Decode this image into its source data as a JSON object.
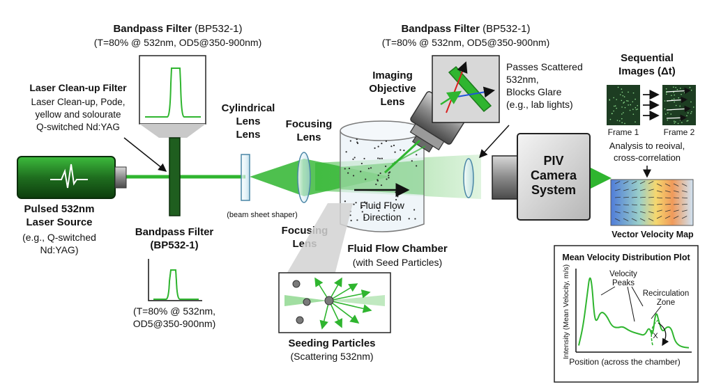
{
  "colors": {
    "laser_green": "#2fb52f",
    "dark_green": "#1d7a1d",
    "metal": "#8f8f8f"
  },
  "filter_top_left": {
    "title": "Bandpass Filter",
    "code": "(BP532-1)",
    "spec": "(T=80% @ 532nm, OD5@350-900nm)"
  },
  "filter_top_right": {
    "title": "Bandpass Filter",
    "code": "(BP532-1)",
    "spec": "(T=80% @ 532nm, OD5@350-900nm)"
  },
  "cleanup": {
    "title": "Laser Clean-up Filter",
    "lines": [
      "Laser Clean-up, Pode,",
      "yellow and solourate",
      "Q-switched Nd:YAG"
    ]
  },
  "laser": {
    "lines": [
      "Pulsed 532nm",
      "Laser Source"
    ],
    "sub": [
      "(e.g., Q-switched",
      "Nd:YAG)"
    ]
  },
  "filter_bottom": {
    "lines": [
      "Bandpass Filter",
      "(BP532-1)"
    ],
    "spec": [
      "(T=80% @ 532nm,",
      "OD5@350-900nm)"
    ]
  },
  "cyl_lens": {
    "lines": [
      "Cylindrical",
      "Lens",
      "Lens"
    ],
    "sub": "(beam sheet shaper)"
  },
  "focus_lens_top": {
    "lines": [
      "Focusing",
      "Lens"
    ]
  },
  "focus_lens_bottom": {
    "lines": [
      "Focusing",
      "Lens"
    ]
  },
  "chamber": {
    "flow": [
      "Fluid Flow",
      "Direction"
    ],
    "title": "Fluid Flow Chamber",
    "sub": "(with Seed Particles)"
  },
  "seeding": {
    "title": "Seeding Particles",
    "sub": "(Scattering 532nm)"
  },
  "objective": {
    "lines": [
      "Imaging",
      "Objective",
      "Lens"
    ]
  },
  "passes": {
    "lines": [
      "Passes Scattered",
      "532nm,",
      "Blocks Glare",
      "(e.g., lab lights)"
    ]
  },
  "camera": {
    "lines": [
      "PIV",
      "Camera",
      "System"
    ]
  },
  "sequential": {
    "lines": [
      "Sequential",
      "Images (Δt)"
    ],
    "frame1": "Frame 1",
    "frame2": "Frame 2",
    "analysis": [
      "Analysis to reoival,",
      "cross-correlation"
    ]
  },
  "vector_map": {
    "title": "Vector Velocity Map"
  },
  "plot": {
    "title": "Mean Velocity Distribution Plot",
    "ylabel": "Intensity (Mean Velocity, m/s)",
    "xlabel": "Position (across the chamber)",
    "peaks_label": [
      "Velocity",
      "Peaks"
    ],
    "zone_label": [
      "Recirculation",
      "Zone"
    ],
    "zone_mark": "X"
  },
  "chart_data": {
    "type": "line",
    "title": "Mean Velocity Distribution Plot",
    "xlabel": "Position (across the chamber)",
    "ylabel": "Intensity (Mean Velocity, m/s)",
    "x": [
      0,
      0.04,
      0.08,
      0.1,
      0.12,
      0.14,
      0.16,
      0.2,
      0.25,
      0.3,
      0.35,
      0.4,
      0.45,
      0.5,
      0.55,
      0.6,
      0.64,
      0.67,
      0.7,
      0.73,
      0.76,
      0.8,
      0.84,
      0.87,
      0.9,
      0.94,
      1.0
    ],
    "values": [
      0.05,
      0.3,
      0.75,
      0.97,
      0.85,
      0.45,
      0.35,
      0.5,
      0.45,
      0.3,
      0.28,
      0.3,
      0.25,
      0.22,
      0.2,
      0.18,
      0.3,
      0.15,
      0.52,
      0.35,
      0.22,
      0.3,
      0.28,
      0.12,
      0.06,
      0.03,
      0.02
    ],
    "grid": false
  }
}
